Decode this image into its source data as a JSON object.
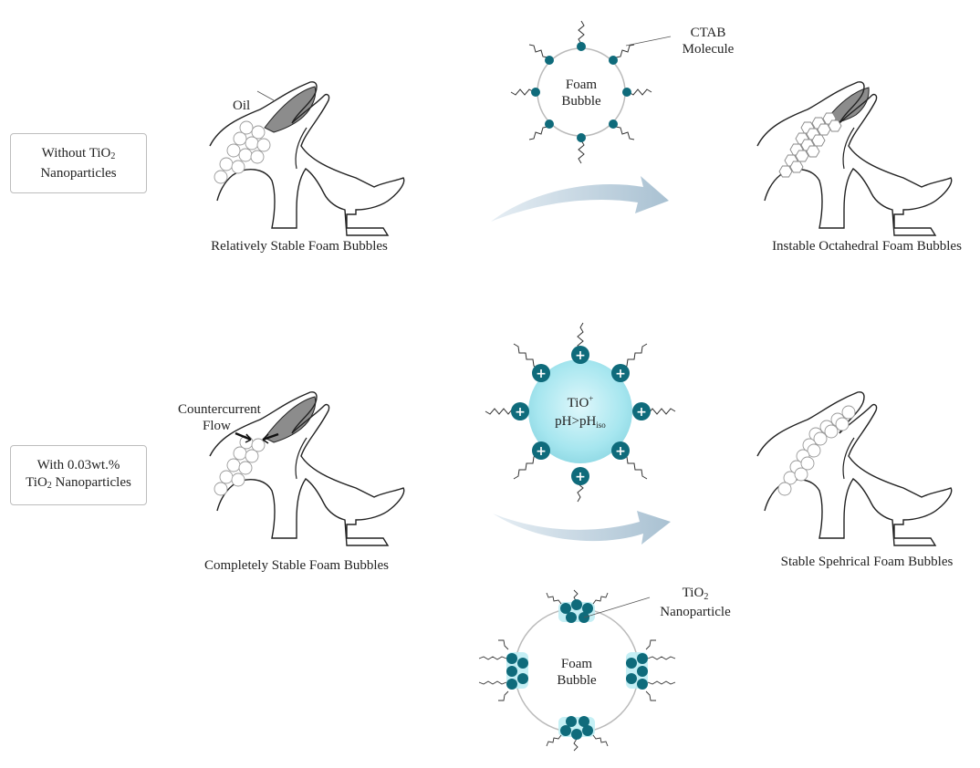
{
  "rows": [
    {
      "condition": {
        "line1_pre": "Without TiO",
        "line1_sub": "2",
        "line1_post": "",
        "line2": "Nanoparticles"
      },
      "left_caption": "Relatively Stable Foam Bubbles",
      "right_caption": "Instable Octahedral Foam Bubbles"
    },
    {
      "condition": {
        "line1_pre": "With 0.03wt.%",
        "line1_sub": "",
        "line1_post": "",
        "line2_pre": "TiO",
        "line2_sub": "2",
        "line2_post": " Nanoparticles"
      },
      "left_caption": "Completely Stable Foam Bubbles",
      "right_caption": "Stable Spehrical Foam Bubbles"
    }
  ],
  "labels": {
    "oil": "Oil",
    "countercurrent_line1": "Countercurrent",
    "countercurrent_line2": "Flow",
    "ctab_line1": "CTAB",
    "ctab_line2": "Molecule",
    "foam_bubble_line1": "Foam",
    "foam_bubble_line2": "Bubble",
    "tio_line1": "TiO",
    "tio_sup": "+",
    "tio_line2_pre": "pH>pH",
    "tio_line2_sub": "iso",
    "nanoparticle_line1_pre": "TiO",
    "nanoparticle_line1_sub": "2",
    "nanoparticle_line2": "Nanoparticle",
    "plus": "+"
  },
  "colors": {
    "teal": "#0f6b7b",
    "arrow": "#b4c9d8",
    "cyan_particle": "#9be0ea",
    "oil": "#8c8c8c",
    "outline": "#222222"
  }
}
